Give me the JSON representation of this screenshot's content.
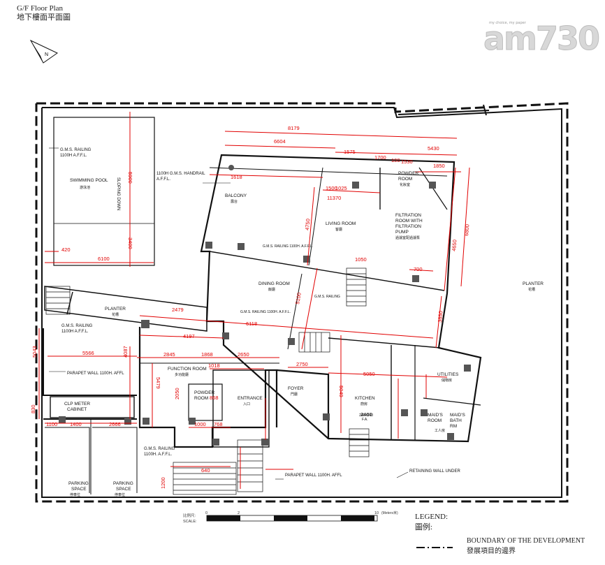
{
  "header": {
    "title_en": "G/F Floor Plan",
    "title_zh": "地下樓面平面圖"
  },
  "watermark": {
    "text": "am730",
    "tagline": "my choice, my paper"
  },
  "north_arrow": {
    "label": "N"
  },
  "rooms": {
    "swimming_pool": {
      "en": "SWIMMING POOL",
      "zh": "游泳池"
    },
    "sloping_down": "SLOPING DOWN",
    "balcony": {
      "en": "BALCONY",
      "zh": "露台"
    },
    "living_room": {
      "en": "LIVING ROOM",
      "zh": "客廳"
    },
    "powder_room_top": {
      "en1": "POWDER",
      "en2": "ROOM",
      "zh": "化妝室"
    },
    "filtration": {
      "en1": "FILTRATION",
      "en2": "ROOM WITH",
      "en3": "FILTRATION",
      "en4": "PUMP",
      "zh": "過濾室配過濾泵"
    },
    "dining_room": {
      "en": "DINING ROOM",
      "zh": "飯廳"
    },
    "planter_left": {
      "en": "PLANTER",
      "zh": "花槽"
    },
    "planter_right": {
      "en": "PLANTER",
      "zh": "花槽"
    },
    "function_room": {
      "en1": "FUNCTION ROOM",
      "zh": "多功能廳"
    },
    "powder_room_bottom": {
      "en1": "POWDER",
      "en2": "ROOM"
    },
    "entrance": {
      "en": "ENTRANCE",
      "zh": "入口"
    },
    "foyer": {
      "en": "FOYER",
      "zh": "門廳"
    },
    "kitchen": {
      "en": "KITCHEN",
      "zh": "廚房"
    },
    "utilities": {
      "en": "UTILITIES",
      "zh": "儲物房"
    },
    "maids_room": {
      "en1": "MAID'S",
      "en2": "ROOM",
      "zh": "工人房"
    },
    "maids_bath": {
      "en1": "MAID'S",
      "en2": "BATH",
      "en3": "RM"
    },
    "clp_meter": {
      "en1": "CLP METER",
      "en2": "CABINET"
    },
    "parking_1": {
      "en1": "PARKING",
      "en2": "SPACE",
      "zh": "停車位"
    },
    "parking_2": {
      "en1": "PARKING",
      "en2": "SPACE",
      "zh": "停車位"
    }
  },
  "notes": {
    "gms_railing_pool": "G.M.S. RAILING",
    "gms_railing_pool_2": "1100H A.F.F.L.",
    "handrail_1": "1100H G.M.S. HANDRAIL",
    "handrail_2": "A.F.F.L.",
    "gms_railing_mid": "G.M.S. RAILING 1100H. A.F.F.L.",
    "gms_railing_dining": "G.M.S. RAILING 1100H. A.F.F.L.",
    "gms_railing_stair": "G.M.S. RAILING",
    "gms_railing_left": "G.M.S. RAILING",
    "gms_railing_left_2": "1100H A.F.F.L.",
    "parapet_left": "PARAPET WALL 1100H. AFFL",
    "gms_railing_bottom": "G.M.S. RAILING",
    "gms_railing_bottom_2": "1100H. A.F.F.L.",
    "parapet_bottom": "PARAPET WALL 1100H. AFFL",
    "retaining_wall": "RETAINING WALL UNDER",
    "fa_size": "240X240",
    "fa_label": "F.A."
  },
  "dimensions": {
    "d8179": "8179",
    "d6604": "6604",
    "d5430": "5430",
    "d1575": "1575",
    "d1700": "1700",
    "d100": "100",
    "d1530": "1530",
    "d1850": "1850",
    "d1618": "1618",
    "d11370": "11370",
    "d1025": "1025",
    "d1500": "1500",
    "d4750": "4750",
    "d6800": "6800",
    "d4650": "4650",
    "d5900": "5900",
    "d3400": "3400",
    "d6100": "6100",
    "d420": "420",
    "d2479": "2479",
    "d6118": "6118",
    "d4197": "4197",
    "d1050": "1050",
    "d700": "700",
    "d5100": "5100",
    "d3850": "3850",
    "d2750": "2750",
    "d5050": "5050",
    "d5049": "5049",
    "d5566": "5566",
    "d4087": "4087",
    "d5043": "5043",
    "d2845": "2845",
    "d1868": "1868",
    "d2650": "2650",
    "d1018": "1018",
    "d5479": "5479",
    "d2050": "2050",
    "d868": "868",
    "d1000": "1000",
    "d768": "768",
    "d2666": "2666",
    "d1400": "1400",
    "d1100": "1100",
    "d830": "830",
    "d2460": "2460",
    "d640": "640",
    "d1200": "1200"
  },
  "scale": {
    "label_zh": "比例尺:",
    "label_en": "SCALE:",
    "t0": "0",
    "t2": "2",
    "t10": "10",
    "unit": "(Meters米)"
  },
  "legend": {
    "title_en": "LEGEND:",
    "title_zh": "圖例:",
    "boundary_en": "BOUNDARY OF THE DEVELOPMENT",
    "boundary_zh": "發展項目的邊界"
  }
}
